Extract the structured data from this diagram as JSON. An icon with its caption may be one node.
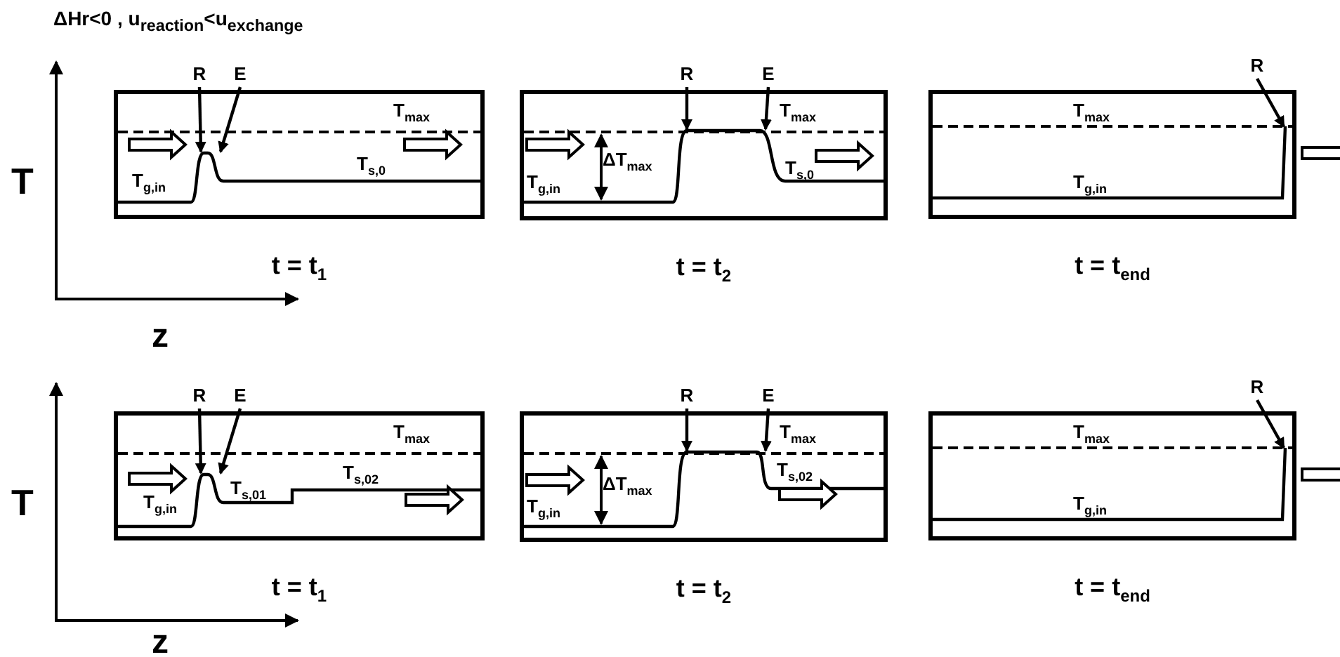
{
  "diagram": {
    "title": "ΔHr<0 , u$_{reaction}$<u$_{exchange}$",
    "nodes": [
      {
        "text": [
          "R"
        ]
      },
      {
        "text": [
          "E"
        ]
      },
      {
        "text": [
          "T$_{max}$",
          "T$_{g,in}$",
          "T$_{s,0}$"
        ],
        "beside": [
          "t = t$_{1}$"
        ]
      },
      {
        "text": [
          "R"
        ]
      },
      {
        "text": [
          "E"
        ]
      },
      {
        "text": [
          "T$_{max}$",
          "ΔT$_{max}$",
          "T$_{g,in}$",
          "T$_{s,0}$"
        ],
        "beside": [
          "t = t$_{2}$"
        ]
      },
      {
        "text": [
          "R"
        ]
      },
      {
        "text": [
          "T$_{max}$",
          "T$_{g,in}$"
        ],
        "beside": [
          "t = t$_{end}$"
        ]
      },
      {
        "text": [
          "R"
        ]
      },
      {
        "text": [
          "E"
        ]
      },
      {
        "text": [
          "T$_{max}$",
          "T$_{g,in}$",
          "T$_{s,01}$",
          "T$_{s,02}$"
        ],
        "beside": [
          "t = t$_{1}$"
        ]
      },
      {
        "text": [
          "R"
        ]
      },
      {
        "text": [
          "E"
        ]
      },
      {
        "text": [
          "T$_{max}$",
          "ΔT$_{max}$",
          "T$_{g,in}$",
          "T$_{s,02}$"
        ],
        "beside": [
          "t = t$_{2}$"
        ]
      },
      {
        "text": [
          "R"
        ]
      },
      {
        "text": [
          "T$_{max}$",
          "T$_{g,in}$"
        ],
        "beside": [
          "t = t$_{end}$"
        ]
      }
    ],
    "edges": [
      {
        "from": 0,
        "to": 2,
        "arrow": "to"
      },
      {
        "from": 1,
        "to": 2,
        "arrow": "to"
      },
      {
        "from": 3,
        "to": 5,
        "arrow": "to"
      },
      {
        "from": 4,
        "to": 5,
        "arrow": "to"
      },
      {
        "from": 6,
        "to": 7,
        "arrow": "to"
      },
      {
        "from": 8,
        "to": 10,
        "arrow": "to"
      },
      {
        "from": 9,
        "to": 10,
        "arrow": "to"
      },
      {
        "from": 11,
        "to": 13,
        "arrow": "to"
      },
      {
        "from": 12,
        "to": 13,
        "arrow": "to"
      },
      {
        "from": 14,
        "to": 15,
        "arrow": "to"
      }
    ],
    "labels": [
      "T",
      "z",
      "T",
      "z"
    ]
  }
}
